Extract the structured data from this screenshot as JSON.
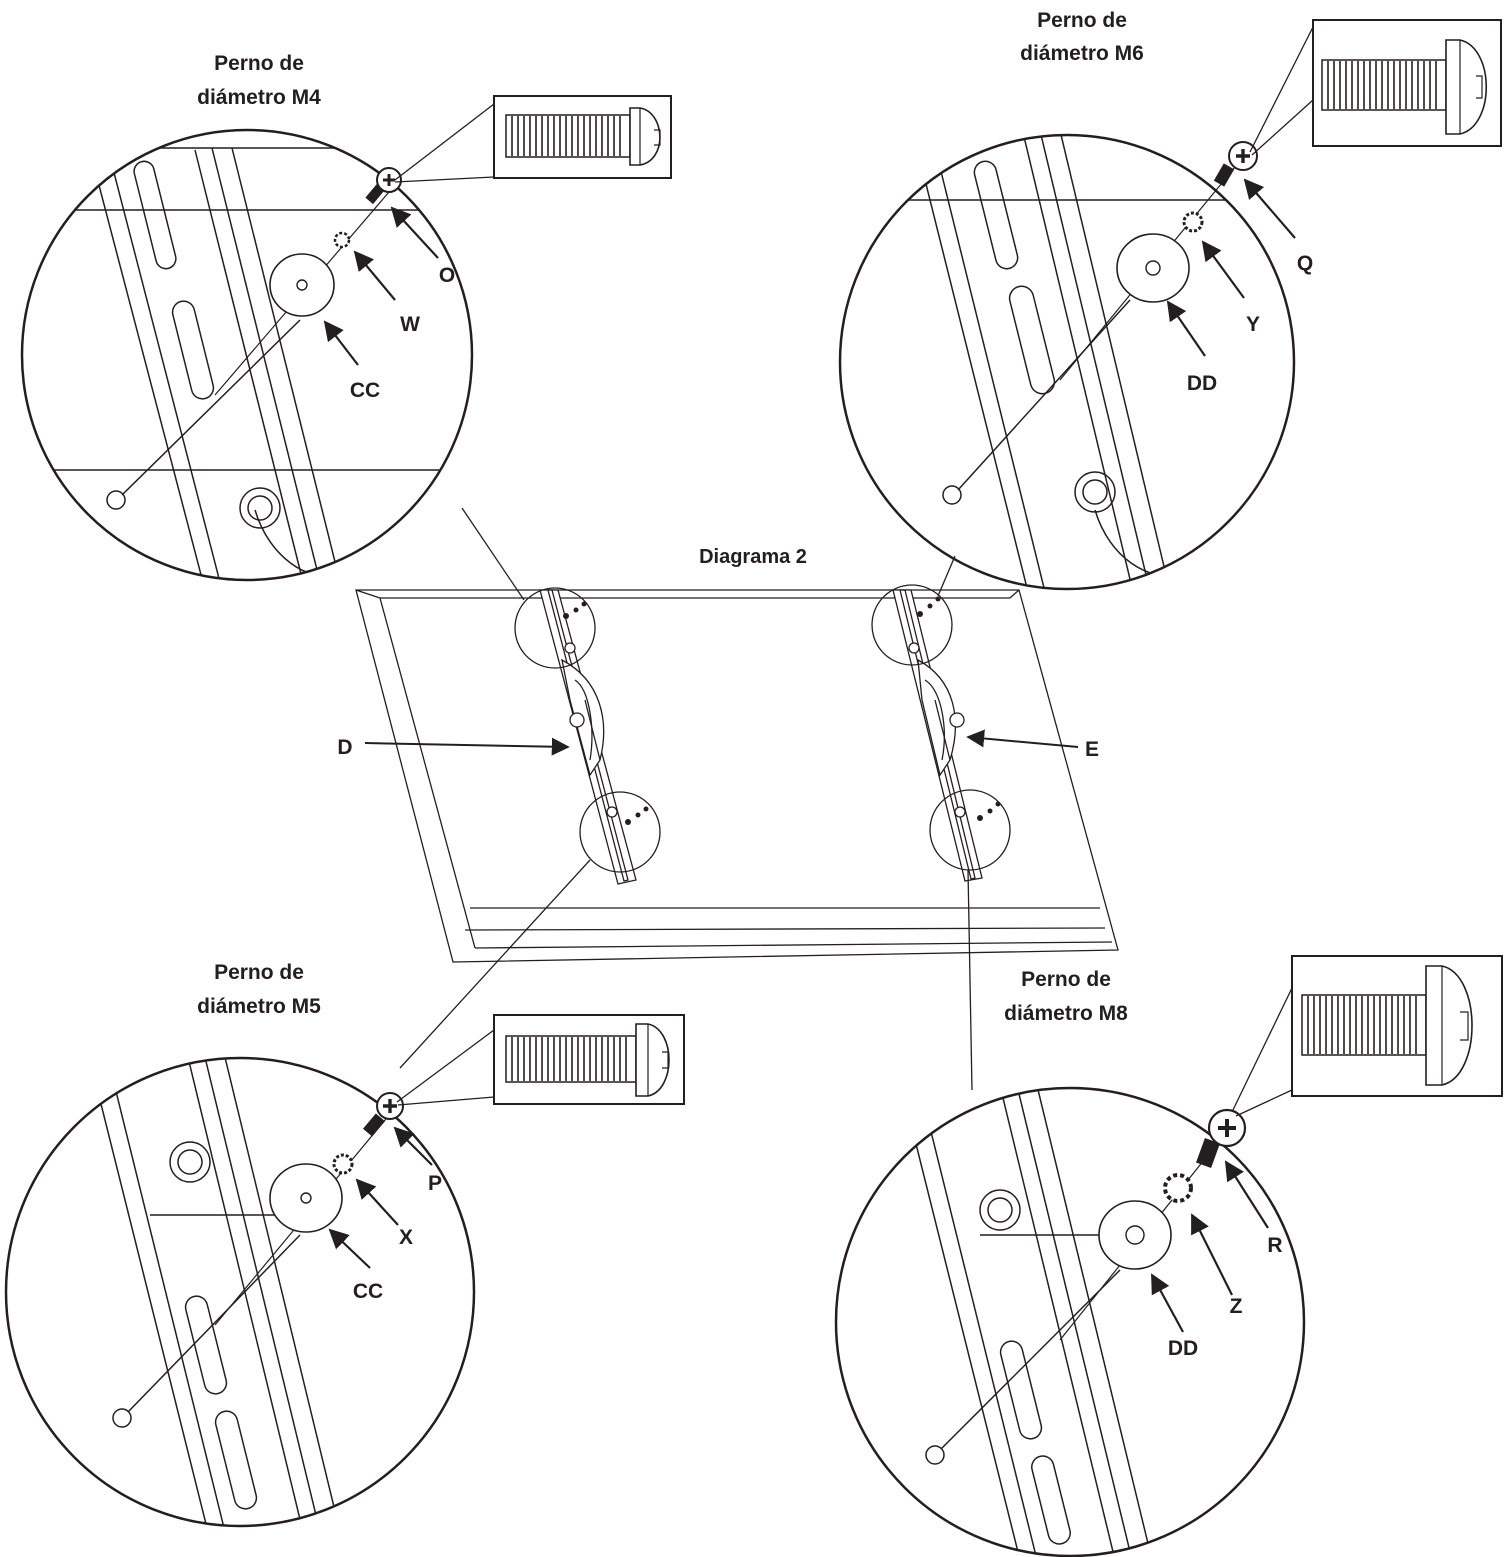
{
  "title": "Diagrama 2",
  "colors": {
    "ink": "#231f20",
    "background": "#ffffff"
  },
  "details": [
    {
      "id": "m4",
      "title_line1": "Perno de",
      "title_line2": "diámetro M4",
      "bolt": "O",
      "lockwasher": "W",
      "washer": "CC"
    },
    {
      "id": "m6",
      "title_line1": "Perno de",
      "title_line2": "diámetro M6",
      "bolt": "Q",
      "lockwasher": "Y",
      "washer": "DD"
    },
    {
      "id": "m5",
      "title_line1": "Perno de",
      "title_line2": "diámetro M5",
      "bolt": "P",
      "lockwasher": "X",
      "washer": "CC"
    },
    {
      "id": "m8",
      "title_line1": "Perno de",
      "title_line2": "diámetro M8",
      "bolt": "R",
      "lockwasher": "Z",
      "washer": "DD"
    }
  ],
  "brackets": {
    "left": "D",
    "right": "E"
  }
}
